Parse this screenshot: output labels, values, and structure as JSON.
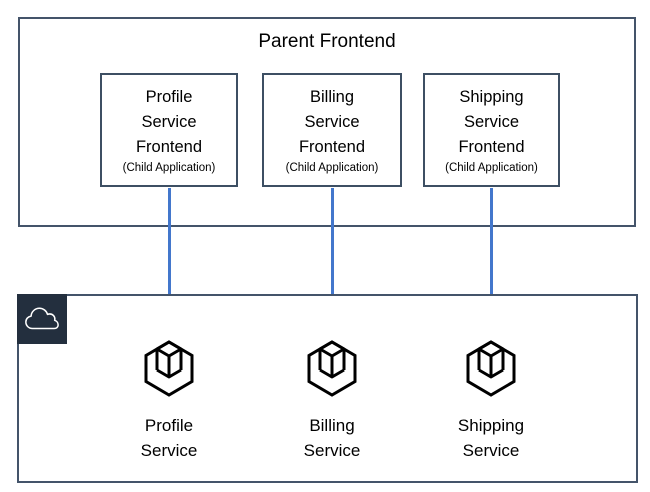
{
  "parent_frontend": {
    "title": "Parent Frontend",
    "children": [
      {
        "line1": "Profile",
        "line2": "Service",
        "line3": "Frontend",
        "subtitle": "(Child Application)"
      },
      {
        "line1": "Billing",
        "line2": "Service",
        "line3": "Frontend",
        "subtitle": "(Child Application)"
      },
      {
        "line1": "Shipping",
        "line2": "Service",
        "line3": "Frontend",
        "subtitle": "(Child Application)"
      }
    ]
  },
  "cloud_section": {
    "badge_icon": "cloud-icon",
    "services": [
      {
        "line1": "Profile",
        "line2": "Service",
        "icon": "module-cube-icon"
      },
      {
        "line1": "Billing",
        "line2": "Service",
        "icon": "module-cube-icon"
      },
      {
        "line1": "Shipping",
        "line2": "Service",
        "icon": "module-cube-icon"
      }
    ]
  },
  "connections": [
    {
      "from": "Profile Service Frontend",
      "to": "Profile Service"
    },
    {
      "from": "Billing Service Frontend",
      "to": "Billing Service"
    },
    {
      "from": "Shipping Service Frontend",
      "to": "Shipping Service"
    }
  ],
  "colors": {
    "box_border": "#44546a",
    "arrow": "#4377cc",
    "cloud_badge_bg": "#232f3e",
    "icon_stroke": "#000000",
    "text": "#000000"
  }
}
